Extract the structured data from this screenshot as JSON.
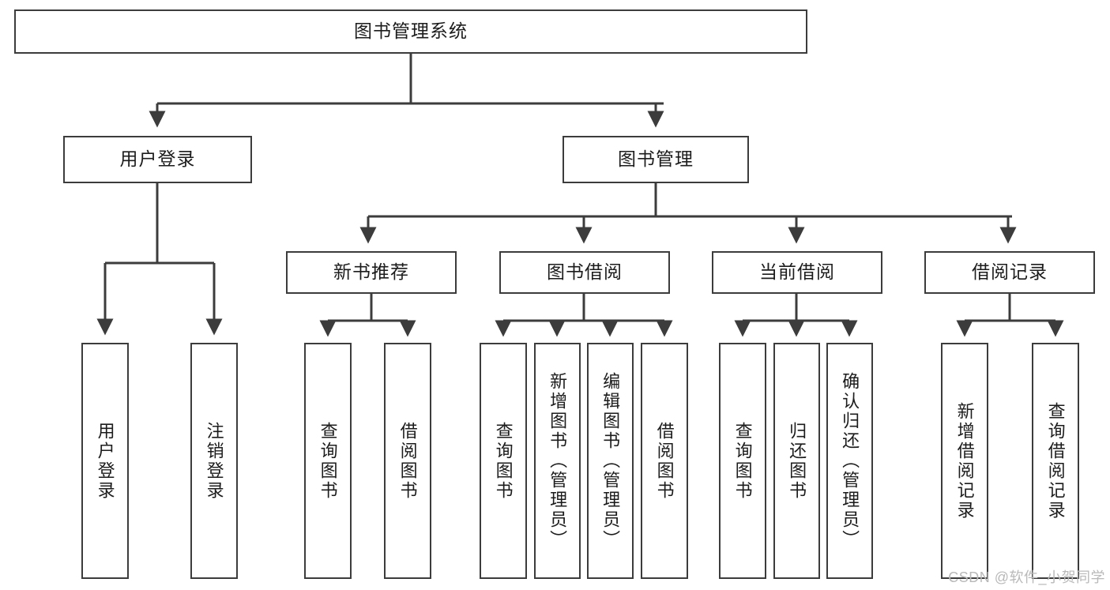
{
  "diagram": {
    "title_node": {
      "label": "图书管理系统"
    },
    "level2": [
      {
        "id": "user-login",
        "label": "用户登录"
      },
      {
        "id": "book-management",
        "label": "图书管理"
      }
    ],
    "level3": [
      {
        "id": "new-book-recommend",
        "label": "新书推荐"
      },
      {
        "id": "book-borrow",
        "label": "图书借阅"
      },
      {
        "id": "current-borrow",
        "label": "当前借阅"
      },
      {
        "id": "borrow-record",
        "label": "借阅记录"
      }
    ],
    "leaves": [
      {
        "id": "leaf-user-login",
        "label": "用户登录",
        "parent": "user-login"
      },
      {
        "id": "leaf-logout-login",
        "label": "注销登录",
        "parent": "user-login"
      },
      {
        "id": "leaf-query-book-1",
        "label": "查询图书",
        "parent": "new-book-recommend"
      },
      {
        "id": "leaf-borrow-book-1",
        "label": "借阅图书",
        "parent": "new-book-recommend"
      },
      {
        "id": "leaf-query-book-2",
        "label": "查询图书",
        "parent": "book-borrow"
      },
      {
        "id": "leaf-add-book",
        "label": "新增图书（管理员）",
        "parent": "book-borrow"
      },
      {
        "id": "leaf-edit-book",
        "label": "编辑图书（管理员）",
        "parent": "book-borrow"
      },
      {
        "id": "leaf-borrow-book-2",
        "label": "借阅图书",
        "parent": "book-borrow"
      },
      {
        "id": "leaf-query-book-3",
        "label": "查询图书",
        "parent": "current-borrow"
      },
      {
        "id": "leaf-return-book",
        "label": "归还图书",
        "parent": "current-borrow"
      },
      {
        "id": "leaf-confirm-return",
        "label": "确认归还（管理员）",
        "parent": "current-borrow"
      },
      {
        "id": "leaf-add-record",
        "label": "新增借阅记录",
        "parent": "borrow-record"
      },
      {
        "id": "leaf-query-record",
        "label": "查询借阅记录",
        "parent": "borrow-record"
      }
    ],
    "watermark": "CSDN @软件_小贺同学",
    "colors": {
      "line": "#3c3c3c",
      "box_fill": "#ffffff",
      "text": "#1c1c1c",
      "background": "#ffffff",
      "watermark": "#b9b9b9"
    }
  }
}
